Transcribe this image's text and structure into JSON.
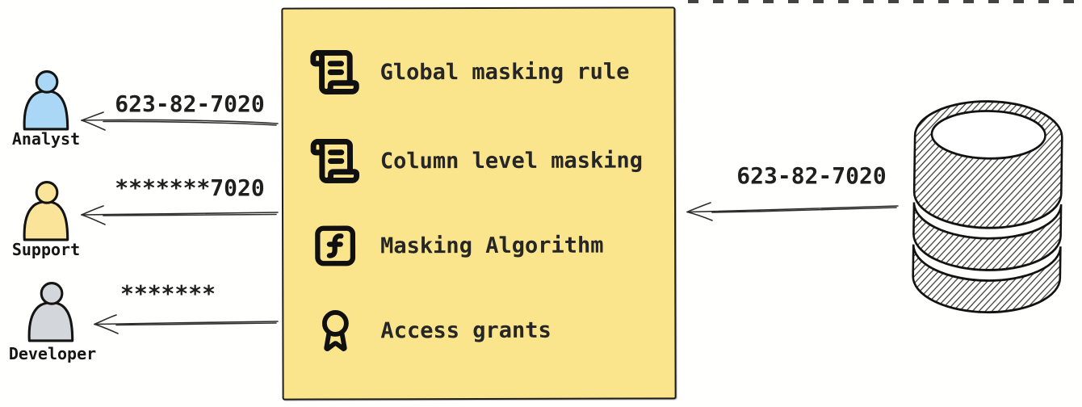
{
  "masking_box": {
    "fill_color": "#fbe58c",
    "border_color": "#1c1c1c",
    "items": [
      {
        "icon": "scroll-text-icon",
        "label": "Global masking rule"
      },
      {
        "icon": "scroll-text-icon",
        "label": "Column level masking"
      },
      {
        "icon": "function-square-icon",
        "label": "Masking Algorithm"
      },
      {
        "icon": "award-icon",
        "label": "Access grants"
      }
    ]
  },
  "consumers": [
    {
      "role": "Analyst",
      "received_value": "623-82-7020",
      "color": "#abd7f6"
    },
    {
      "role": "Support",
      "received_value": "*******7020",
      "color": "#fae49a"
    },
    {
      "role": "Developer",
      "received_value": "*******",
      "color": "#d3d7db"
    }
  ],
  "database": {
    "icon": "database-icon",
    "outgoing_value": "623-82-7020"
  }
}
